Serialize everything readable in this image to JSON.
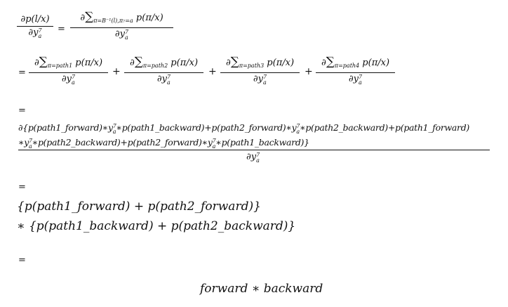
{
  "equals": "=",
  "plus": "+",
  "partial": "∂",
  "sum": "∑",
  "lhs_num": "∂p(l/x)",
  "y_base": "y",
  "y_sup": "7",
  "y_sub": "a",
  "p_pi_x": "p(π/x)",
  "sum_index_main": "π=B⁻¹(l),π₇=a",
  "path_indices": [
    "π=path1",
    "π=path2",
    "π=path3",
    "π=path4"
  ],
  "long_num_line1": "∂{p(path1_forward)∗y",
  "long_num_line1_mid1": "∗p(path1_backward)+p(path2_forward)∗y",
  "long_num_line1_mid2": "∗p(path2_backward)+p(path1_forward)",
  "long_num_line2_start": "∗y",
  "long_num_line2_mid1": "∗p(path2_backward)+p(path2_forward)∗y",
  "long_num_line2_end": "∗p(path1_backward)}",
  "factor1": "{p(path1_forward) + p(path2_forward)}",
  "factor2": "∗ {p(path1_backward) + p(path2_backward)}",
  "result": "forward ∗ backward"
}
